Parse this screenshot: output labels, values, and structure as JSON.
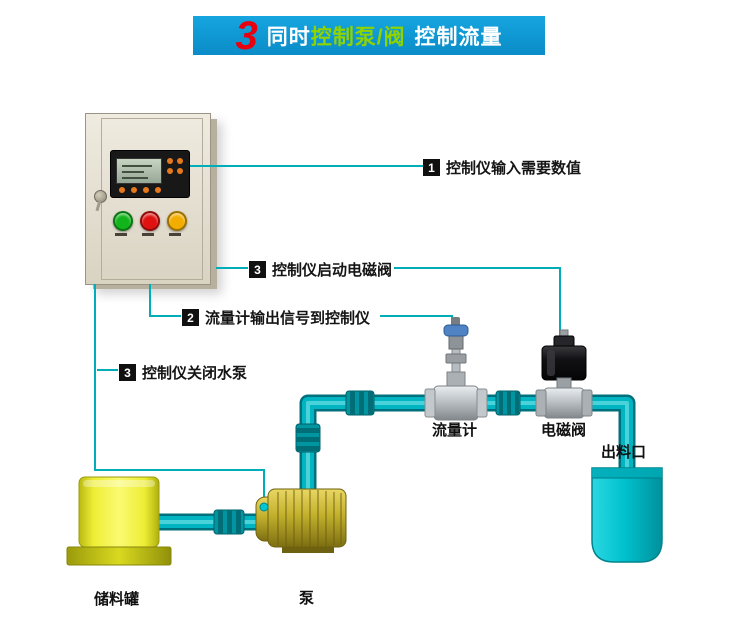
{
  "banner": {
    "number": "3",
    "seg1": "同时",
    "seg2": "控制泵/阀",
    "seg3": "控制流量",
    "bg_color": "#0f9ad6",
    "number_color": "#e8000f",
    "highlight_color": "#8fd400",
    "text_color": "#ffffff"
  },
  "callouts": [
    {
      "num": "1",
      "text": "控制仪输入需要数值"
    },
    {
      "num": "3",
      "text": "控制仪启动电磁阀"
    },
    {
      "num": "2",
      "text": "流量计输出信号到控制仪"
    },
    {
      "num": "3",
      "text": "控制仪关闭水泵"
    }
  ],
  "labels": {
    "tank": "储料罐",
    "pump": "泵",
    "flowmeter": "流量计",
    "valve": "电磁阀",
    "outlet": "出料口"
  },
  "colors": {
    "pipe": "#00b5c1",
    "pipe_dark": "#00707c",
    "control_line": "#00aeba",
    "tank_yellow": "#eded35",
    "pump_olive": "#c2b02c",
    "outlet_teal": "#00c2ce",
    "cabinet_beige": "#e5e0d2"
  }
}
